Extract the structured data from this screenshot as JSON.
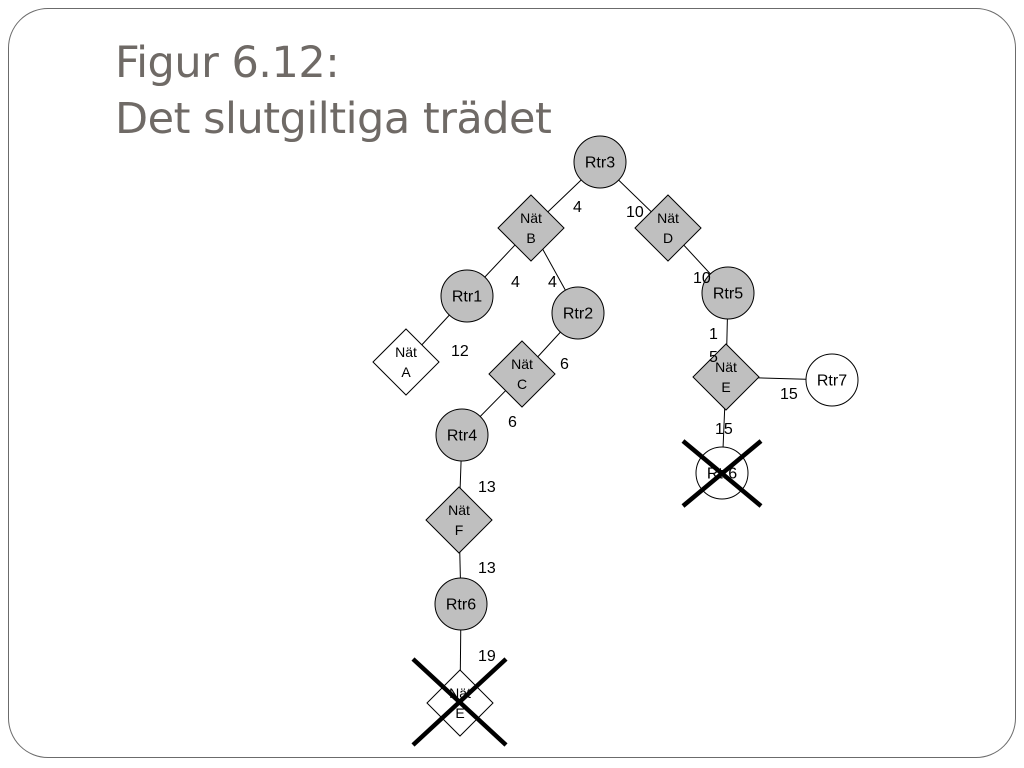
{
  "title": {
    "line1": "Figur 6.12:",
    "line2": "Det slutgiltiga trädet"
  },
  "colors": {
    "node_fill": "#bfbfbf",
    "excluded_fill": "#ffffff",
    "stroke": "#000000",
    "title": "#6f6a66"
  },
  "nodes": [
    {
      "id": "rtr3",
      "shape": "circle",
      "lines": [
        "Rtr3"
      ],
      "excluded": false
    },
    {
      "id": "nat-b",
      "shape": "diamond",
      "lines": [
        "Nät",
        "B"
      ],
      "excluded": false
    },
    {
      "id": "nat-d",
      "shape": "diamond",
      "lines": [
        "Nät",
        "D"
      ],
      "excluded": false
    },
    {
      "id": "rtr1",
      "shape": "circle",
      "lines": [
        "Rtr1"
      ],
      "excluded": false
    },
    {
      "id": "rtr2",
      "shape": "circle",
      "lines": [
        "Rtr2"
      ],
      "excluded": false
    },
    {
      "id": "rtr5",
      "shape": "circle",
      "lines": [
        "Rtr5"
      ],
      "excluded": false
    },
    {
      "id": "nat-a",
      "shape": "diamond",
      "lines": [
        "Nät",
        "A"
      ],
      "excluded": true
    },
    {
      "id": "nat-c",
      "shape": "diamond",
      "lines": [
        "Nät",
        "C"
      ],
      "excluded": false
    },
    {
      "id": "nat-e",
      "shape": "diamond",
      "lines": [
        "Nät",
        "E"
      ],
      "excluded": false
    },
    {
      "id": "rtr7",
      "shape": "circle",
      "lines": [
        "Rtr7"
      ],
      "excluded": true
    },
    {
      "id": "rtr4",
      "shape": "circle",
      "lines": [
        "Rtr4"
      ],
      "excluded": false
    },
    {
      "id": "rtr6-crossed",
      "shape": "circle",
      "lines": [
        "Rtr6"
      ],
      "excluded": true,
      "crossed": true
    },
    {
      "id": "nat-f",
      "shape": "diamond",
      "lines": [
        "Nät",
        "F"
      ],
      "excluded": false
    },
    {
      "id": "rtr6",
      "shape": "circle",
      "lines": [
        "Rtr6"
      ],
      "excluded": false
    },
    {
      "id": "nat-e-crossed",
      "shape": "diamond",
      "lines": [
        "Nät",
        "E"
      ],
      "excluded": true,
      "crossed": true
    }
  ],
  "edges": [
    {
      "from": "rtr3",
      "to": "nat-b",
      "weights": [
        "4"
      ]
    },
    {
      "from": "rtr3",
      "to": "nat-d",
      "weights": [
        "10"
      ]
    },
    {
      "from": "nat-b",
      "to": "rtr1",
      "weights": [
        "4"
      ]
    },
    {
      "from": "nat-b",
      "to": "rtr2",
      "weights": [
        "4"
      ]
    },
    {
      "from": "nat-d",
      "to": "rtr5",
      "weights": [
        "10"
      ]
    },
    {
      "from": "rtr1",
      "to": "nat-a",
      "weights": [
        "12"
      ]
    },
    {
      "from": "rtr2",
      "to": "nat-c",
      "weights": [
        "6"
      ]
    },
    {
      "from": "nat-c",
      "to": "rtr4",
      "weights": [
        "6"
      ]
    },
    {
      "from": "rtr5",
      "to": "nat-e",
      "weights": [
        "1",
        "5"
      ]
    },
    {
      "from": "nat-e",
      "to": "rtr7",
      "weights": [
        "15"
      ]
    },
    {
      "from": "nat-e",
      "to": "rtr6-crossed",
      "weights": [
        "15"
      ]
    },
    {
      "from": "rtr4",
      "to": "nat-f",
      "weights": [
        "13"
      ]
    },
    {
      "from": "nat-f",
      "to": "rtr6",
      "weights": [
        "13"
      ]
    },
    {
      "from": "rtr6",
      "to": "nat-e-crossed",
      "weights": [
        "19"
      ]
    }
  ]
}
